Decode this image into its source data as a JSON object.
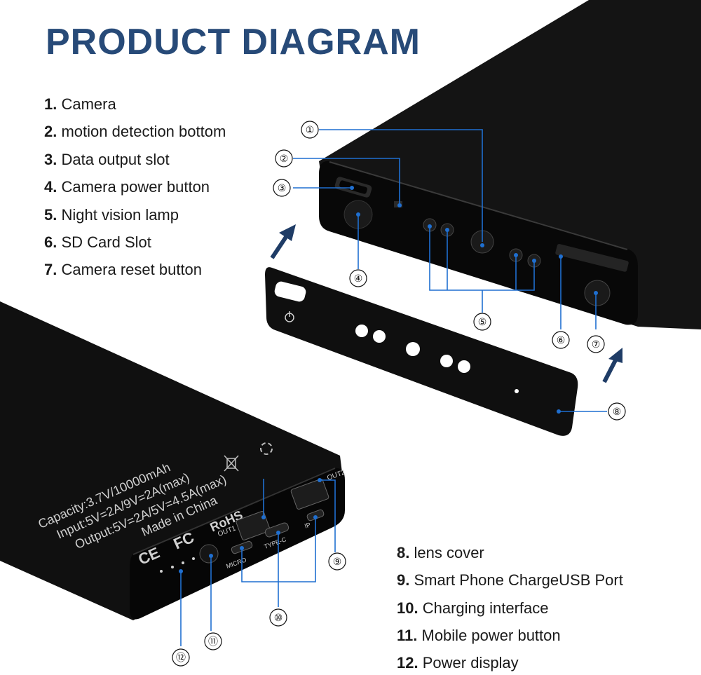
{
  "title": "PRODUCT DIAGRAM",
  "legend_top": [
    {
      "num": "1.",
      "label": "Camera"
    },
    {
      "num": "2.",
      "label": "motion detection bottom"
    },
    {
      "num": "3.",
      "label": "Data output slot"
    },
    {
      "num": "4.",
      "label": "Camera power button"
    },
    {
      "num": "5.",
      "label": "Night vision lamp"
    },
    {
      "num": "6.",
      "label": "SD Card Slot"
    },
    {
      "num": "7.",
      "label": "Camera reset button"
    }
  ],
  "legend_bottom": [
    {
      "num": "8.",
      "label": "lens cover"
    },
    {
      "num": "9.",
      "label": "Smart Phone ChargeUSB Port"
    },
    {
      "num": "10.",
      "label": "Charging interface"
    },
    {
      "num": "11.",
      "label": "Mobile power button"
    },
    {
      "num": "12.",
      "label": "Power display"
    }
  ],
  "callouts": [
    "①",
    "②",
    "③",
    "④",
    "⑤",
    "⑥",
    "⑦",
    "⑧",
    "⑨",
    "⑩",
    "⑪",
    "⑫"
  ],
  "device_print": {
    "capacity": "Capacity:3.7V/10000mAh",
    "input": "Input:5V=2A/9V=2A(max)",
    "output": "Output:5V=2A/5V=4.5A(max)",
    "origin": "Made in China",
    "rohs": "RoHS",
    "fc": "FC",
    "ce": "CE",
    "port_out1": "OUT1",
    "port_out2": "OUT2",
    "port_micro": "MICRO",
    "port_typec": "TYPE-C",
    "port_ip": "IP"
  },
  "colors": {
    "title": "#274a78",
    "leader": "#1f6fd0",
    "device": "#0c0c0c"
  }
}
